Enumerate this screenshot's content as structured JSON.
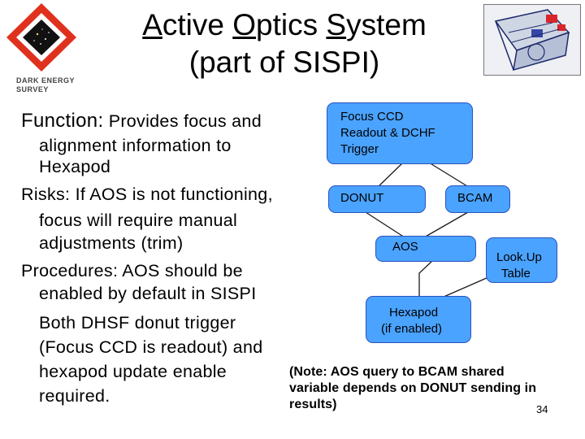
{
  "logo": {
    "line1": "DARK ENERGY",
    "line2": "SURVEY"
  },
  "title": {
    "line1_parts": [
      "A",
      "ctive ",
      "O",
      "ptics ",
      "S",
      "ystem"
    ],
    "line2": "(part of SISPI)"
  },
  "body": {
    "function_label": "Function:",
    "function_text": " Provides focus and",
    "function_line2": "alignment information to",
    "function_line3": "Hexapod",
    "risks_line1": "Risks: If AOS is not functioning,",
    "risks_line2": "focus will require manual",
    "risks_line3": "adjustments (trim)",
    "procedures_line1": "Procedures: AOS should be",
    "procedures_line2": "enabled by default in SISPI",
    "both_line1": "Both DHSF donut trigger",
    "both_line2": "(Focus CCD is readout) and",
    "both_line3": "hexapod update enable",
    "both_line4": "required."
  },
  "diagram": {
    "focus_ccd": [
      "Focus CCD",
      "Readout & DCHF",
      "Trigger"
    ],
    "donut": "DONUT",
    "bcam": "BCAM",
    "aos": "AOS",
    "lookup": [
      "Look.Up",
      "Table"
    ],
    "hexapod": [
      "Hexapod",
      "(if enabled)"
    ],
    "node_color": "#4aa3ff",
    "node_border": "#2a52be"
  },
  "note": {
    "line1": "(Note: AOS query to BCAM shared",
    "line2": "variable depends on DONUT sending in",
    "line3": "results)"
  },
  "page_number": "34"
}
